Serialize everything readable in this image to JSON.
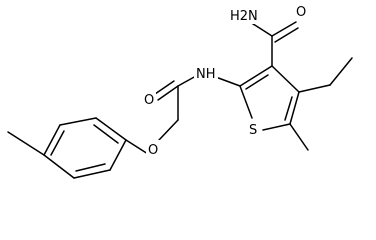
{
  "molecule": {
    "atom_labels": {
      "amide_nh2": "H2N",
      "carbonyl_o_top": "O",
      "amide_nh": "NH",
      "carbonyl_o_left": "O",
      "ring_sulfur": "S",
      "ether_o": "O"
    },
    "colors": {
      "bond": "#000000",
      "text": "#000000",
      "background": "#ffffff"
    }
  }
}
